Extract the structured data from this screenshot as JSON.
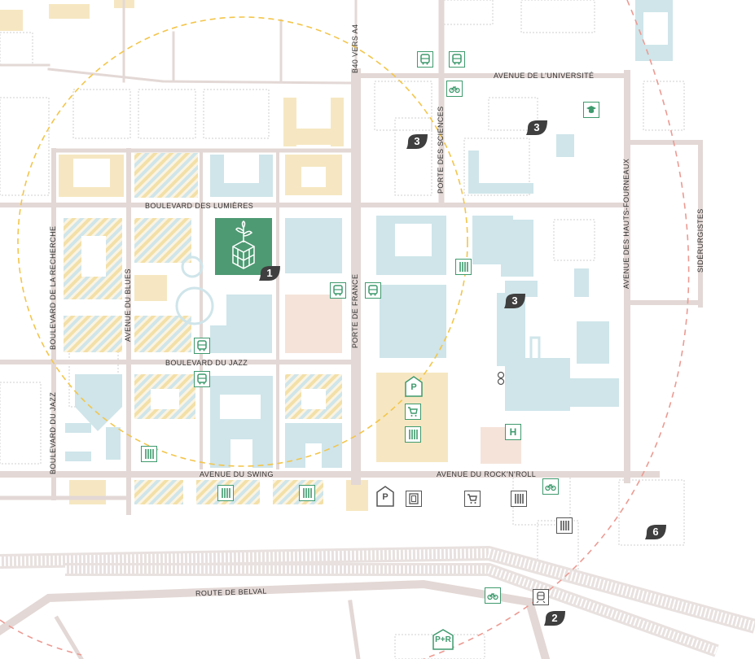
{
  "map": {
    "colors": {
      "road": "#e3d8d5",
      "building_blue": "#cfe5ea",
      "building_yellow": "#f6e7c2",
      "building_pink": "#f5e3da",
      "park_green": "#4e9a73",
      "circle_yellow": "#f3c54b",
      "circle_red": "#ec9a92",
      "marker": "#3f3f3f",
      "icon_green": "#3f9a6e"
    },
    "streets": {
      "boulevard_lumieres": "BOULEVARD DES LUMIÈRES",
      "boulevard_jazz_h": "BOULEVARD DU JAZZ",
      "boulevard_jazz_v": "BOULEVARD DU JAZZ",
      "boulevard_recherche": "BOULEVARD DE LA RECHERCHE",
      "avenue_blues": "AVENUE DU BLUES",
      "porte_france": "PORTE DE FRANCE",
      "avenue_swing": "AVENUE DU SWING",
      "avenue_rocknroll": "AVENUE DU ROCK'N'ROLL",
      "avenue_universite": "AVENUE DE L'UNIVERSITÉ",
      "porte_sciences": "PORTE DES SCIENCES",
      "avenue_hauts_fourneaux": "AVENUE DES HAUTS-FOURNEAUX",
      "siderurgistes": "SIDÉRURGISTES",
      "b40_vers_a4": "B40 VERS A4",
      "route_belval": "ROUTE DE BELVAL"
    },
    "markers": [
      "1",
      "3",
      "3",
      "3",
      "2",
      "6"
    ],
    "poi": {
      "parking": "P",
      "park_and_ride": "P+R",
      "hospital": "H"
    },
    "icons": [
      "bus-icon",
      "bike-icon",
      "restaurant-icon",
      "parking-icon",
      "shopping-cart-icon",
      "cinema-icon",
      "train-icon",
      "graduation-cap-icon",
      "hospital-icon",
      "park-and-ride-icon",
      "tree-icon"
    ]
  }
}
